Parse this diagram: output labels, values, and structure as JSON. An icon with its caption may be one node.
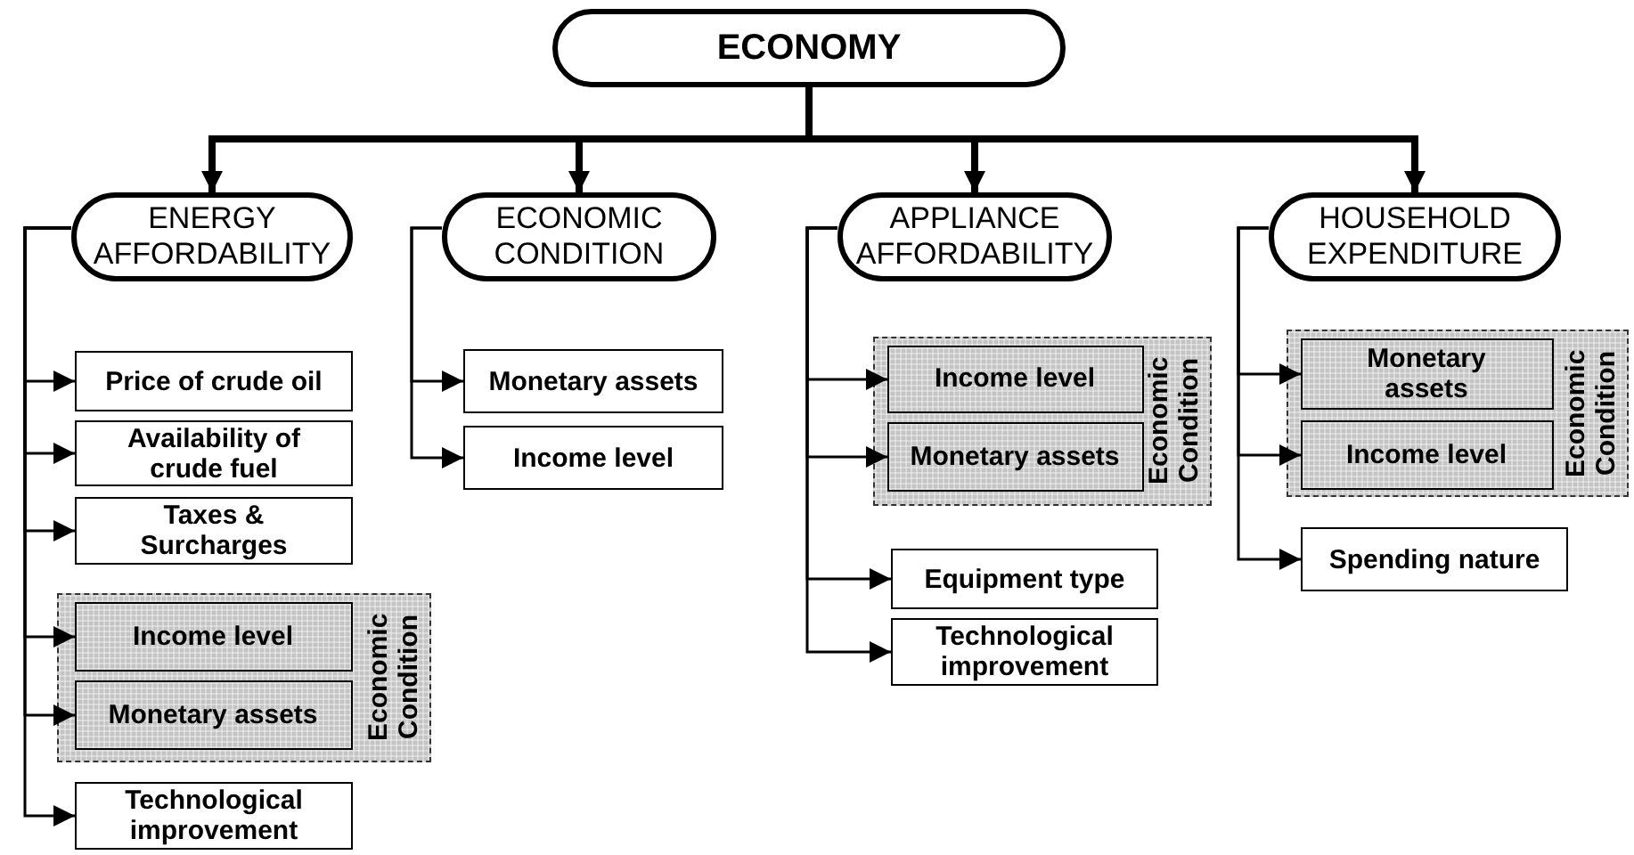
{
  "diagram": {
    "nodes": [
      {
        "text": [
          "ECONOMY"
        ]
      },
      {
        "text": [
          "ENERGY AFFORDABILITY"
        ]
      },
      {
        "text": [
          "ECONOMIC CONDITION"
        ]
      },
      {
        "text": [
          "APPLIANCE AFFORDABILITY"
        ]
      },
      {
        "text": [
          "HOUSEHOLD EXPENDITURE"
        ]
      },
      {
        "text": [
          "Price of crude oil"
        ]
      },
      {
        "text": [
          "Availability of crude fuel"
        ]
      },
      {
        "text": [
          "Taxes & Surcharges"
        ]
      },
      {
        "text": [
          "Economic Condition"
        ]
      },
      {
        "text": [
          "Income level"
        ],
        "in": 8
      },
      {
        "text": [
          "Monetary assets"
        ],
        "in": 8
      },
      {
        "text": [
          "Technological improvement"
        ]
      },
      {
        "text": [
          "Monetary assets"
        ]
      },
      {
        "text": [
          "Income level"
        ]
      },
      {
        "text": [
          "Economic Condition"
        ]
      },
      {
        "text": [
          "Income level"
        ],
        "in": 14
      },
      {
        "text": [
          "Monetary assets"
        ],
        "in": 14
      },
      {
        "text": [
          "Equipment type"
        ]
      },
      {
        "text": [
          "Technological improvement"
        ]
      },
      {
        "text": [
          "Economic Condition"
        ]
      },
      {
        "text": [
          "Monetary assets"
        ],
        "in": 19
      },
      {
        "text": [
          "Income level"
        ],
        "in": 19
      },
      {
        "text": [
          "Spending nature"
        ]
      }
    ],
    "edges": [
      {
        "from": 0,
        "to": 1,
        "arrow": "to",
        "style": "thick"
      },
      {
        "from": 0,
        "to": 2,
        "arrow": "to",
        "style": "thick"
      },
      {
        "from": 0,
        "to": 3,
        "arrow": "to",
        "style": "thick"
      },
      {
        "from": 0,
        "to": 4,
        "arrow": "to",
        "style": "thick"
      },
      {
        "from": 1,
        "to": 5,
        "arrow": "to"
      },
      {
        "from": 1,
        "to": 6,
        "arrow": "to"
      },
      {
        "from": 1,
        "to": 7,
        "arrow": "to"
      },
      {
        "from": 1,
        "to": 9,
        "arrow": "to"
      },
      {
        "from": 1,
        "to": 10,
        "arrow": "to"
      },
      {
        "from": 1,
        "to": 11,
        "arrow": "to"
      },
      {
        "from": 2,
        "to": 12,
        "arrow": "to"
      },
      {
        "from": 2,
        "to": 13,
        "arrow": "to"
      },
      {
        "from": 3,
        "to": 15,
        "arrow": "to"
      },
      {
        "from": 3,
        "to": 16,
        "arrow": "to"
      },
      {
        "from": 3,
        "to": 17,
        "arrow": "to"
      },
      {
        "from": 3,
        "to": 18,
        "arrow": "to"
      },
      {
        "from": 4,
        "to": 20,
        "arrow": "to"
      },
      {
        "from": 4,
        "to": 21,
        "arrow": "to"
      },
      {
        "from": 4,
        "to": 22,
        "arrow": "to"
      }
    ]
  }
}
